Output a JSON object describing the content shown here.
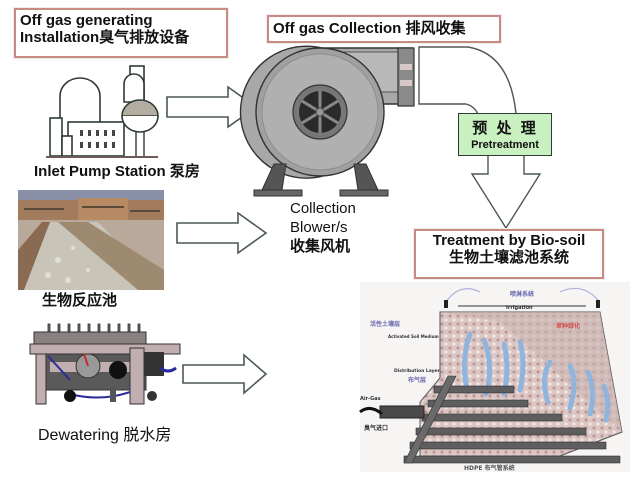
{
  "title_boxes": {
    "source": {
      "line1": "Off gas generating",
      "line2": "Installation臭气排放设备"
    },
    "collection": {
      "text": "Off gas Collection 排风收集"
    },
    "pretreatment": {
      "zh": "预 处 理",
      "en": "Pretreatment"
    },
    "treatment": {
      "line1": "Treatment by Bio-soil",
      "line2": "生物土壤滤池系统"
    }
  },
  "sources": [
    {
      "id": "inlet-pump-station",
      "label": "Inlet Pump Station 泵房",
      "icon": "factory-icon"
    },
    {
      "id": "bio-reactor",
      "label": "生物反应池",
      "icon": "reactor-basin-photo"
    },
    {
      "id": "dewatering",
      "label": "Dewatering 脱水房",
      "icon": "dewatering-press-icon"
    }
  ],
  "blower": {
    "label_lines": [
      "Collection",
      "Blower/s",
      "收集风机"
    ],
    "icon": "centrifugal-blower-icon"
  },
  "biofilter": {
    "icon": "biofilter-cross-section",
    "labels": {
      "spray_system": "喷淋系统",
      "irrigation": "Irrigation",
      "activated_soil_zh": "活性土壤层",
      "activated_soil_en": "Activated Soil Medium",
      "distribution_en": "Distribution Layer",
      "distribution_zh": "布气层",
      "air_in": "Air-Gas",
      "air_in_zh": "臭气进口",
      "vegetation": "草种绿化",
      "pipes": "HDPE 布气管系统"
    }
  },
  "colors": {
    "box_border": "#c98a82",
    "pretreat_fill": "#c8f0c0",
    "arrow_stroke": "#4a5a50",
    "blower_gray": "#a8a8a8",
    "blower_dark": "#3a3a3a",
    "soil_pink": "#d9c2c0",
    "air_blue": "#8fb4dd"
  }
}
